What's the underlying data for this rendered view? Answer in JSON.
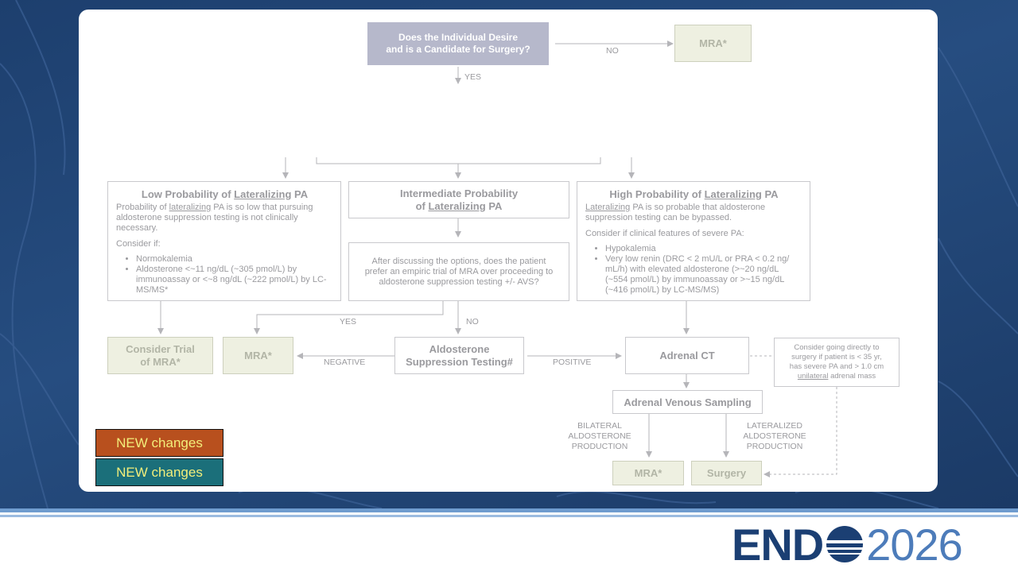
{
  "colors": {
    "background": "#1d3f6e",
    "accent": "#4d7cba",
    "new_orange": "#b8501e",
    "new_teal": "#1b6f7a"
  },
  "top_question": {
    "line1": "Does the Individual Desire",
    "line2": "and is a Candidate for Surgery?"
  },
  "mra_top": "MRA*",
  "labels": {
    "no_top": "NO",
    "yes_top": "YES",
    "yes_mid": "YES",
    "no_mid": "NO",
    "negative": "NEGATIVE",
    "positive": "POSITIVE"
  },
  "low": {
    "title_pre": "Low Probability of ",
    "title_u": "Lateralizing",
    "title_post": " PA",
    "desc_pre": "Probability of ",
    "desc_u": "lateralizing",
    "desc_post": " PA is so low that pursuing aldosterone suppression testing is not clinically necessary.",
    "consider": "Consider if:",
    "items": [
      "Normokalemia",
      "Aldosterone <~11 ng/dL (~305 pmol/L) by immunoassay or <~8 ng/dL (~222 pmol/L) by LC-MS/MS*"
    ]
  },
  "intermediate": {
    "line1": "Intermediate Probability",
    "line2_pre": "of ",
    "line2_u": "Lateralizing",
    "line2_post": " PA"
  },
  "question_mid": "After discussing the options, does the patient prefer an empiric trial of MRA over proceeding to aldosterone suppression testing +/- AVS?",
  "high": {
    "title_pre": "High Probability of ",
    "title_u": "Lateralizing",
    "title_post": " PA",
    "desc_u": "Lateralizing",
    "desc_post": " PA is so probable that aldosterone suppression testing can be bypassed.",
    "consider": "Consider if clinical features of severe PA:",
    "items": [
      "Hypokalemia",
      "Very low renin (DRC < 2 mU/L or PRA < 0.2 ng/ mL/h) with elevated aldosterone (>~20 ng/dL (~554 pmol/L) by immunoassay or >~15 ng/dL (~416 pmol/L) by LC-MS/MS)"
    ]
  },
  "consider_trial": {
    "line1": "Consider Trial",
    "line2": "of MRA*"
  },
  "mra_mid": "MRA*",
  "aldo_test": {
    "line1": "Aldosterone",
    "line2": "Suppression Testing#"
  },
  "adrenal_ct": "Adrenal CT",
  "note": {
    "line1": "Consider going directly to",
    "line2": "surgery if patient is < 35 yr,",
    "line3": "has severe PA and > 1.0 cm",
    "line4_u": "unilateral",
    "line4_post": " adrenal mass"
  },
  "avs": "Adrenal Venous Sampling",
  "bilateral": {
    "line1": "BILATERAL",
    "line2": "ALDOSTERONE",
    "line3": "PRODUCTION"
  },
  "lateralized": {
    "line1": "LATERALIZED",
    "line2": "ALDOSTERONE",
    "line3": "PRODUCTION"
  },
  "mra_bottom": "MRA*",
  "surgery": "Surgery",
  "new_changes": [
    "NEW changes",
    "NEW changes"
  ],
  "logo": {
    "end": "END",
    "year": "2026"
  }
}
